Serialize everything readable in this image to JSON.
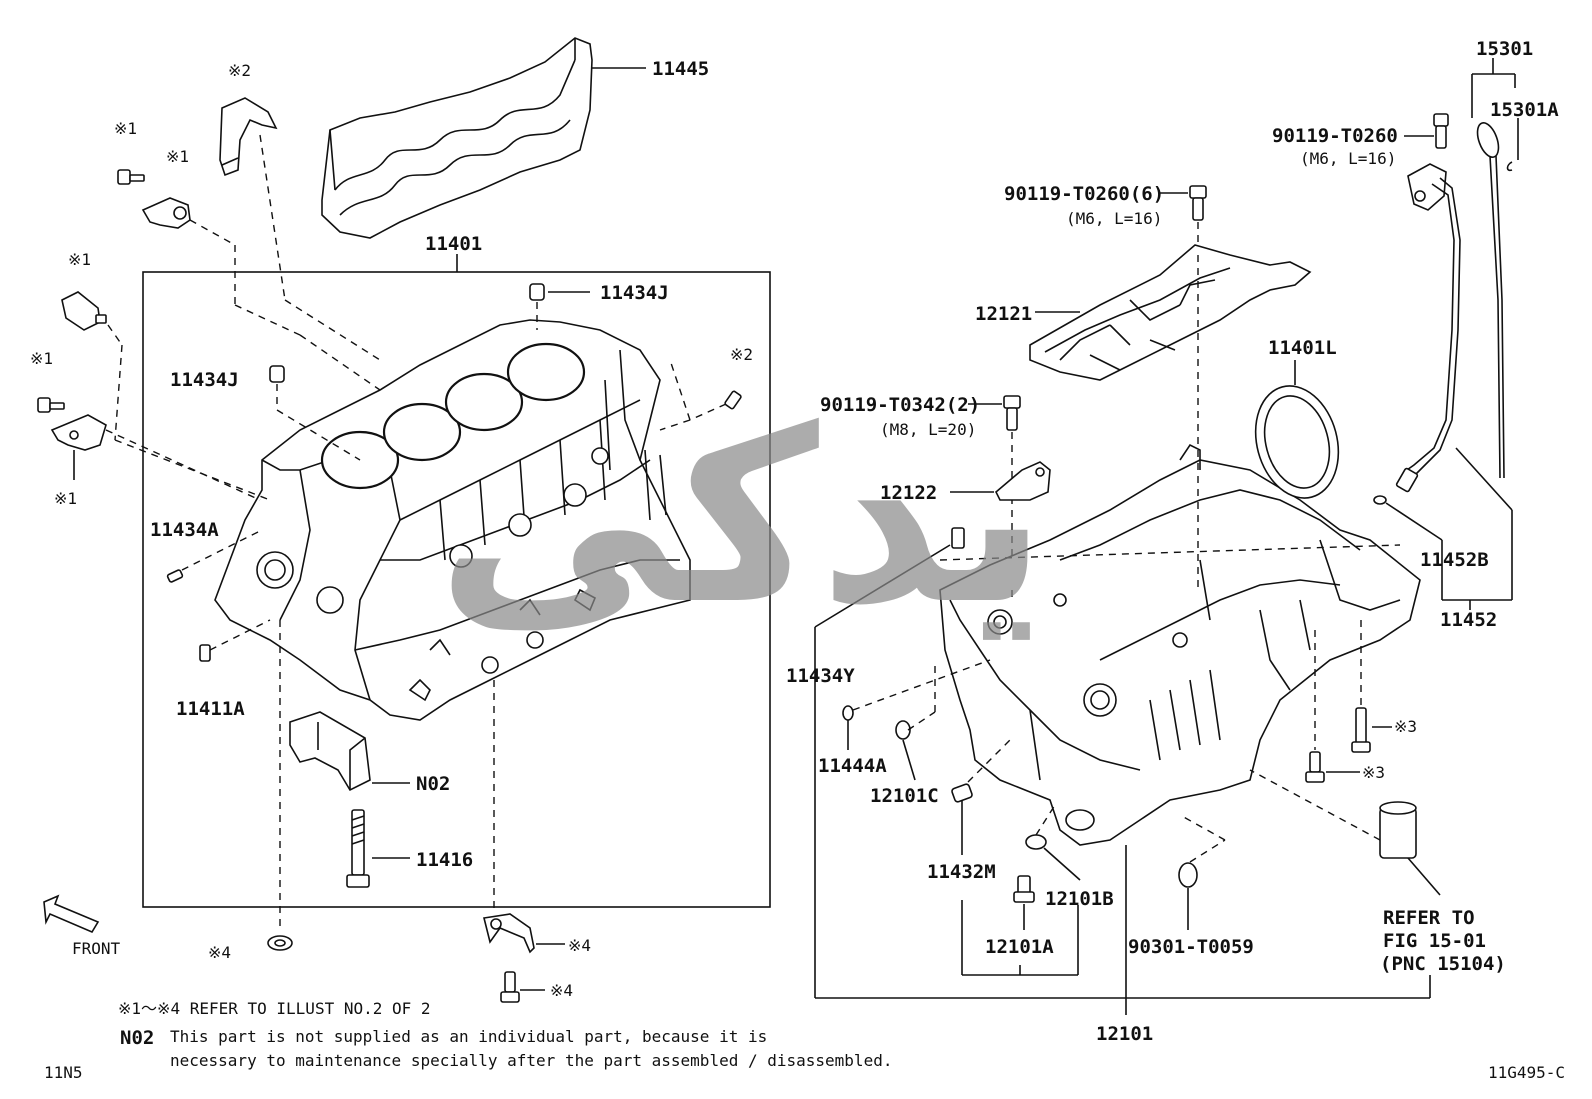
{
  "labels": {
    "p11445": "11445",
    "p11401": "11401",
    "p11434J_top": "11434J",
    "p11434J_left": "11434J",
    "p11434A": "11434A",
    "p11411A": "11411A",
    "pN02": "N02",
    "p11416": "11416",
    "p90119_T0260_6": "90119-T0260(6)",
    "p90119_T0260_6_spec": "(M6, L=16)",
    "p12121": "12121",
    "p90119_T0342_2": "90119-T0342(2)",
    "p90119_T0342_2_spec": "(M8, L=20)",
    "p12122": "12122",
    "p11434Y": "11434Y",
    "p11444A": "11444A",
    "p12101C": "12101C",
    "p11432M": "11432M",
    "p12101B": "12101B",
    "p12101A": "12101A",
    "p90301_T0059": "90301-T0059",
    "p12101": "12101",
    "p15301": "15301",
    "p15301A": "15301A",
    "p90119_T0260": "90119-T0260",
    "p90119_T0260_spec": "(M6, L=16)",
    "p11401L": "11401L",
    "p11452B": "11452B",
    "p11452": "11452",
    "refer_line1": "REFER TO",
    "refer_line2": "FIG 15-01",
    "refer_line3": "(PNC 15104)"
  },
  "marks": {
    "m1": "※1",
    "m2": "※2",
    "m3": "※3",
    "m4": "※4"
  },
  "front_label": "FRONT",
  "notes": {
    "refer_illust": "※1～※4 REFER TO ILLUST NO.2 OF 2",
    "n02_code": "N02",
    "n02_line1": "This part is not supplied as an individual part, because it is",
    "n02_line2": "necessary to maintenance specially after the part assembled / disassembled."
  },
  "page_code": "11N5",
  "figure_code": "11G495-C",
  "watermark": "یدکی"
}
